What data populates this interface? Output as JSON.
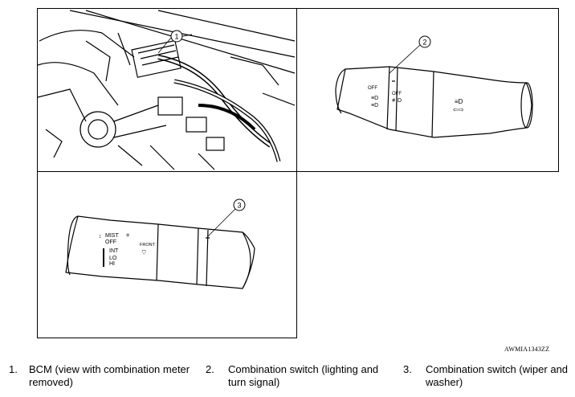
{
  "callouts": [
    "1",
    "2",
    "3"
  ],
  "lighting_switch": {
    "off_left": "OFF",
    "off_right": "OFF"
  },
  "wiper_switch": {
    "mist": "MIST",
    "off": "OFF",
    "int": "INT",
    "lo": "LO",
    "hi": "HI",
    "front": "FRONT"
  },
  "figure_code": "AWMIA1343ZZ",
  "legend": [
    {
      "num": "1.",
      "text": "BCM (view with combination meter removed)"
    },
    {
      "num": "2.",
      "text": "Combination switch (lighting and turn signal)"
    },
    {
      "num": "3.",
      "text": "Combination switch (wiper and washer)"
    }
  ]
}
